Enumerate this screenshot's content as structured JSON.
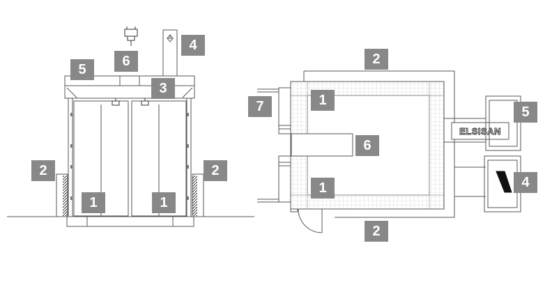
{
  "labels": {
    "front": {
      "door_left": "1",
      "door_right": "1",
      "side_left": "2",
      "side_right": "2",
      "center_unit": "3",
      "chimney": "4",
      "top_left_unit": "5",
      "top_fixture": "6"
    },
    "plan": {
      "top": "2",
      "bottom": "2",
      "door_upper": "1",
      "door_lower": "1",
      "right_top_unit": "5",
      "right_bottom_unit": "4",
      "center_module": "6",
      "left_door": "7"
    }
  },
  "brand": "ELSISAN",
  "colors": {
    "line": "#555555",
    "tag_bg": "#888888",
    "tag_text": "#ffffff",
    "grid": "#bbbbbb"
  },
  "icons": {
    "chimney_arrow": "arrow-up-icon",
    "fixture": "lamp-icon"
  }
}
